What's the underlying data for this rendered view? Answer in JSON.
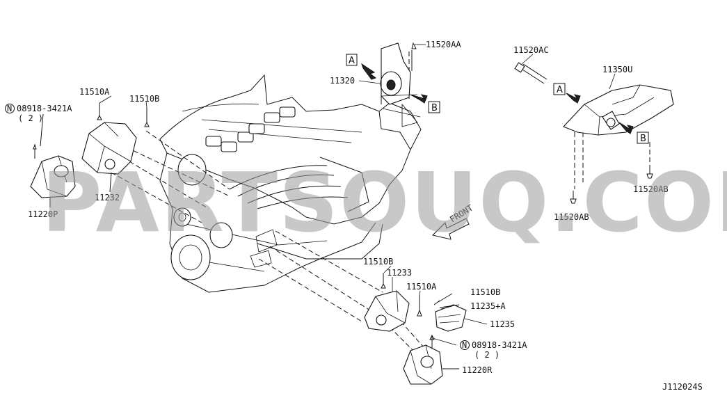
{
  "diagram": {
    "watermark": "PARTSOUQ.COM",
    "code": "J112024S",
    "front_label": "FRONT",
    "view_refs": {
      "a": "A",
      "b": "B"
    },
    "labels": {
      "p11520AA": "11520AA",
      "p11320": "11320",
      "p11520AC": "11520AC",
      "p11350U": "11350U",
      "p11520AB_left": "11520AB",
      "p11520AB_right": "11520AB",
      "p11510A_top": "11510A",
      "p11510B_top": "11510B",
      "nut_top": "08918-3421A",
      "nut_top_qty": "( 2 )",
      "p11220P": "11220P",
      "p11232": "11232",
      "p11510B_mid": "11510B",
      "p11233": "11233",
      "p11510A_mid": "11510A",
      "p11510B_right": "11510B",
      "p11235A": "11235+A",
      "p11235": "11235",
      "nut_bottom": "08918-3421A",
      "nut_bottom_qty": "( 2 )",
      "p11220R": "11220R"
    }
  }
}
